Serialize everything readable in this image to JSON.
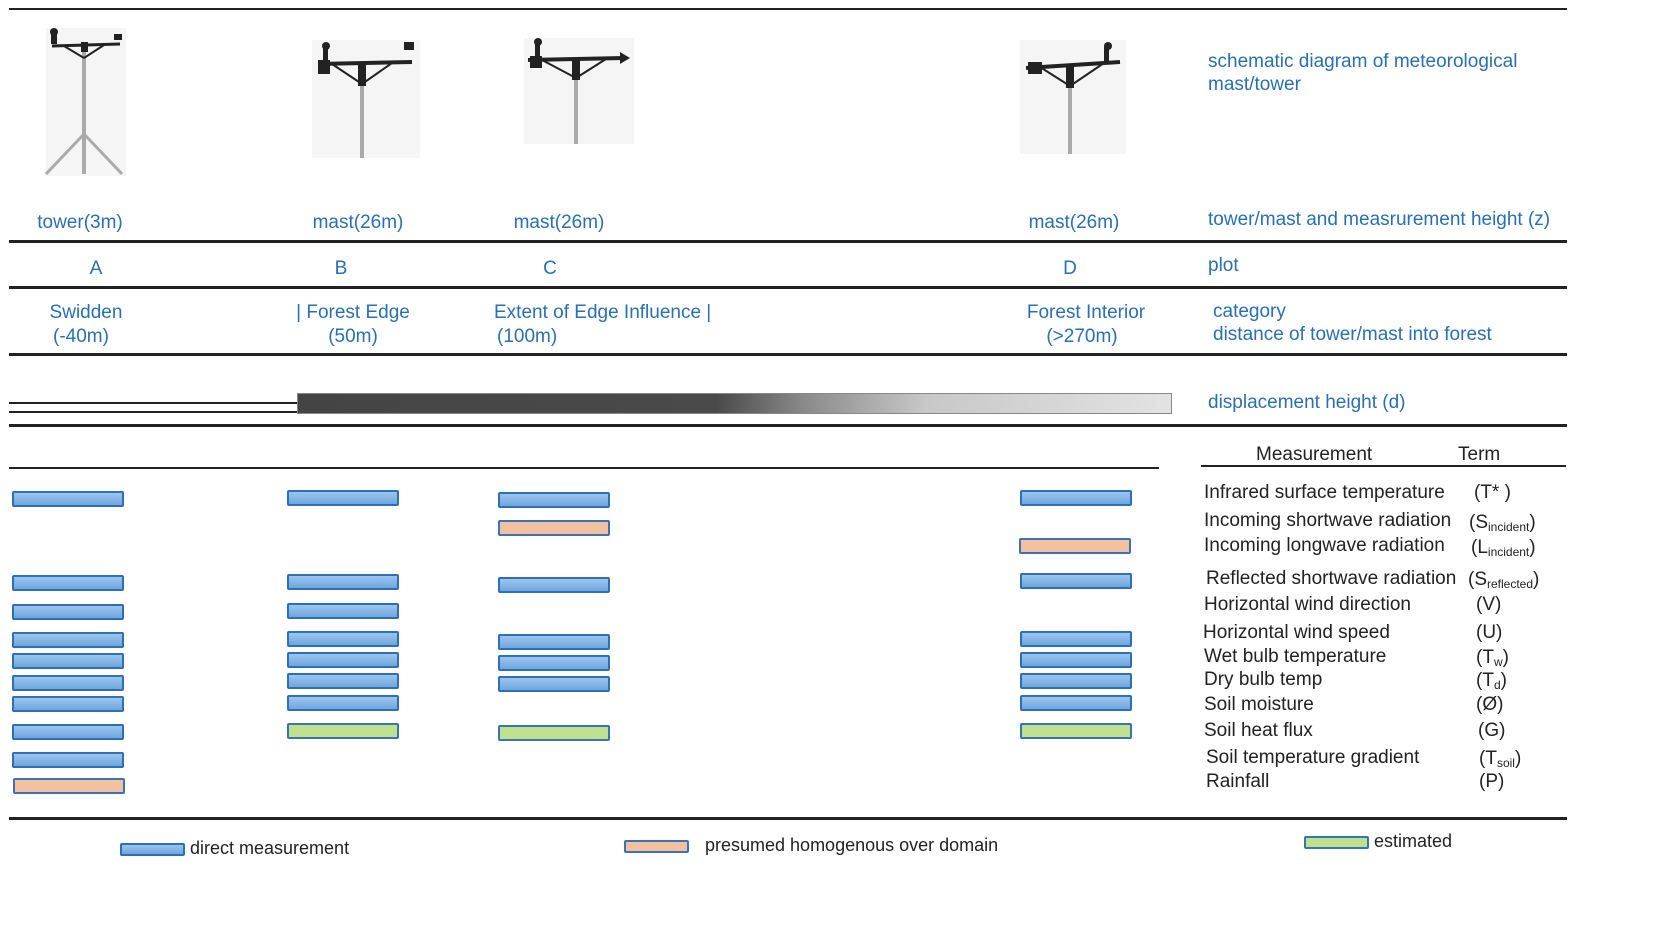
{
  "header": {
    "schematic_label": "schematic diagram of meteorological mast/tower",
    "height_row_label": "tower/mast and measrurement  height (z)",
    "plot_row_label": "plot",
    "category_label": "category",
    "distance_label": "distance of tower/mast  into  forest",
    "displacement_label": "displacement height (d)"
  },
  "sites": [
    {
      "height": "tower(3m)",
      "plot": "A",
      "category": "Swidden",
      "distance": "(-40m)"
    },
    {
      "height": "mast(26m)",
      "plot": "B",
      "category": "| Forest Edge",
      "distance": "(50m)"
    },
    {
      "height": "mast(26m)",
      "plot": "C",
      "category": "Extent of Edge Influence |",
      "distance": "(100m)"
    },
    {
      "height": "mast(26m)",
      "plot": "D",
      "category": "Forest Interior",
      "distance": "(>270m)"
    }
  ],
  "table_headers": {
    "measurement": "Measurement",
    "term": "Term"
  },
  "measurements": [
    {
      "name": "Infrared surface temperature",
      "term": "(T* )",
      "base": "",
      "sub": "",
      "close": ""
    },
    {
      "name": "Incoming  shortwave radiation",
      "term": "",
      "base": "(S",
      "sub": "incident",
      "close": ")"
    },
    {
      "name": "Incoming  longwave radiation",
      "term": "",
      "base": "(L",
      "sub": "incident",
      "close": ")"
    },
    {
      "name": "Reflected shortwave radiation",
      "term": "",
      "base": "(S",
      "sub": "reflected",
      "close": ")"
    },
    {
      "name": "Horizontal wind direction",
      "term": "(V)",
      "base": "",
      "sub": "",
      "close": ""
    },
    {
      "name": "Horizontal wind speed",
      "term": "(U)",
      "base": "",
      "sub": "",
      "close": ""
    },
    {
      "name": "Wet bulb temperature",
      "term": "",
      "base": "(T",
      "sub": "w",
      "close": ")"
    },
    {
      "name": "Dry bulb temp",
      "term": "",
      "base": "(T",
      "sub": "d",
      "close": ")"
    },
    {
      "name": "Soil moisture",
      "term": "(Ø)",
      "base": "",
      "sub": "",
      "close": ""
    },
    {
      "name": "Soil heat flux",
      "term": "(G)",
      "base": "",
      "sub": "",
      "close": ""
    },
    {
      "name": "Soil temperature gradient",
      "term": "",
      "base": "(T",
      "sub": "soil",
      "close": ")"
    },
    {
      "name": "Rainfall",
      "term": "(P)",
      "base": "",
      "sub": "",
      "close": ""
    }
  ],
  "legend": {
    "direct": "direct measurement",
    "presumed": "presumed homogenous over domain",
    "estimated": "estimated"
  },
  "colors": {
    "direct": "#7fb2e5",
    "presumed": "#f3c19f",
    "estimated": "#bfe08c",
    "text_blue": "#2a6fb3"
  }
}
